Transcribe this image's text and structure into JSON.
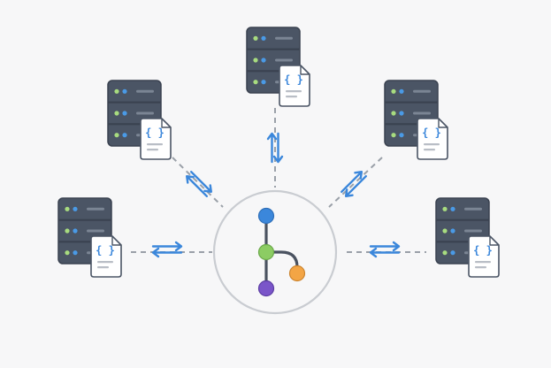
{
  "diagram": {
    "background": "#f7f7f8",
    "hub": {
      "icon": "git-branch-icon",
      "ring_color": "#c9ccd1",
      "fill": "#f7f7f8",
      "node_colors": {
        "top": "#3b87db",
        "middle": "#8ccc63",
        "bottom": "#7a55c9",
        "branch": "#f3a545"
      },
      "line_color": "#4a5260"
    },
    "servers": [
      {
        "id": "server-top",
        "icon": "server-icon",
        "doc_icon": "json-document-icon",
        "doc_glyph": "{ }"
      },
      {
        "id": "server-upper-left",
        "icon": "server-icon",
        "doc_icon": "json-document-icon",
        "doc_glyph": "{ }"
      },
      {
        "id": "server-upper-right",
        "icon": "server-icon",
        "doc_icon": "json-document-icon",
        "doc_glyph": "{ }"
      },
      {
        "id": "server-left",
        "icon": "server-icon",
        "doc_icon": "json-document-icon",
        "doc_glyph": "{ }"
      },
      {
        "id": "server-right",
        "icon": "server-icon",
        "doc_icon": "json-document-icon",
        "doc_glyph": "{ }"
      }
    ],
    "colors": {
      "server_body": "#4b5565",
      "server_edge": "#3a4250",
      "server_bar": "#7b8594",
      "led_green": "#a8dc7f",
      "led_blue": "#4a9ae6",
      "doc_fill": "#ffffff",
      "doc_stroke": "#4b5565",
      "doc_glyph": "#3b87db",
      "doc_lines": "#b9bec6",
      "arrow": "#3b87db",
      "connector": "#9aa0a8"
    }
  }
}
